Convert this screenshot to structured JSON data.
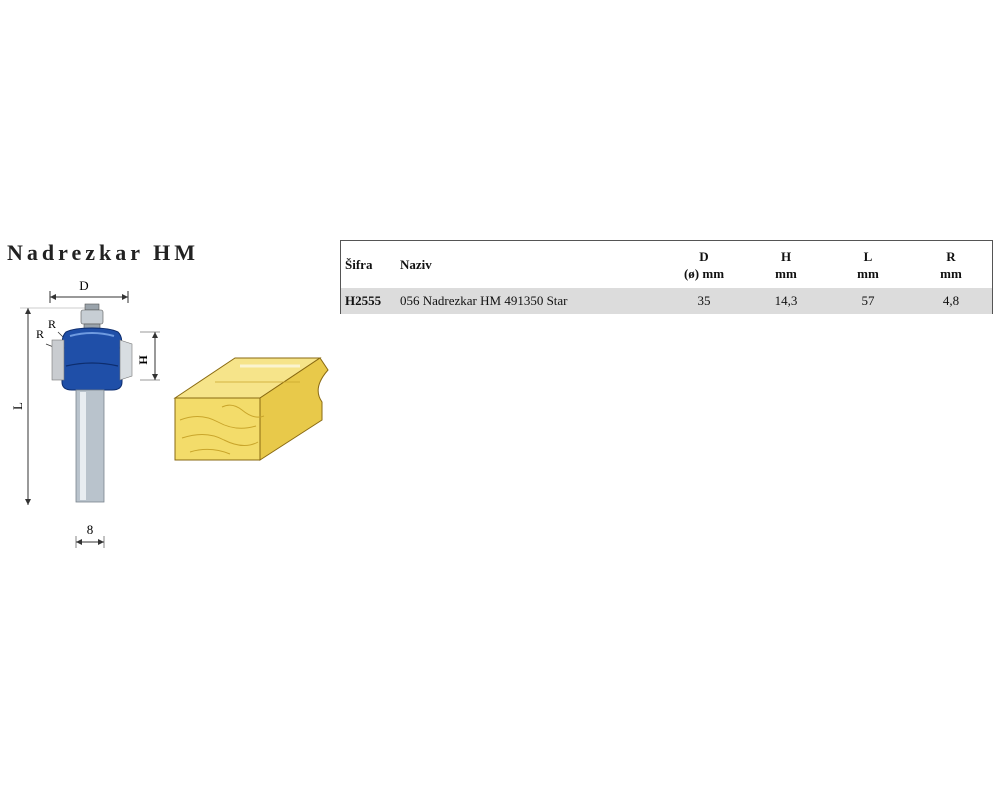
{
  "title": "Nadrezkar HM",
  "diagram": {
    "dim_d": "D",
    "dim_r1": "R",
    "dim_r2": "R",
    "dim_h": "H",
    "dim_l": "L",
    "dim_shank": "8",
    "colors": {
      "cutter_blue": "#1f4fa8",
      "shank_gray": "#b9c3cc",
      "wood": "#f3dc6a",
      "wood_grain": "#c9a52b"
    }
  },
  "table": {
    "headers": {
      "sifra": "Šifra",
      "naziv": "Naziv",
      "d_top": "D",
      "d_bottom": "(ø) mm",
      "h_top": "H",
      "h_bottom": "mm",
      "l_top": "L",
      "l_bottom": "mm",
      "r_top": "R",
      "r_bottom": "mm"
    },
    "rows": [
      {
        "sifra": "H2555",
        "naziv": "056 Nadrezkar HM 491350 Star",
        "d": "35",
        "h": "14,3",
        "l": "57",
        "r": "4,8"
      }
    ],
    "row_bg": "#dcdcdc"
  }
}
